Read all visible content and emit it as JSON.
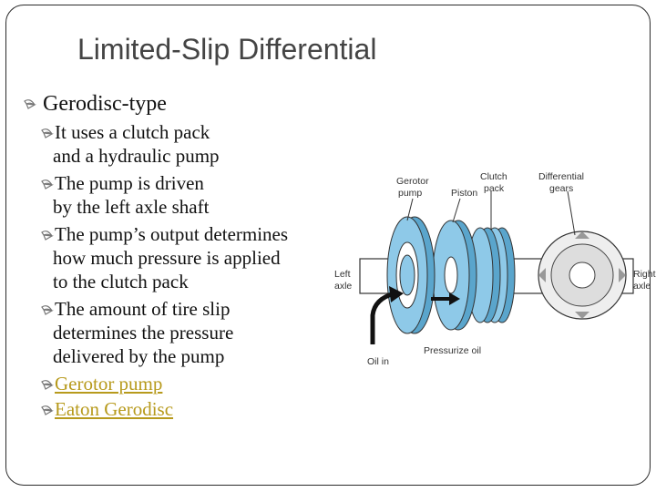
{
  "slide": {
    "title": "Limited-Slip Differential",
    "heading": "Gerodisc-type",
    "bullets": [
      {
        "line1": "It uses a clutch pack",
        "line2": "and a hydraulic pump"
      },
      {
        "line1": "The pump is driven",
        "line2": "by the left axle shaft"
      },
      {
        "line1": "The pump’s output determines",
        "line2": "how much pressure is applied",
        "line3": "to the clutch pack"
      },
      {
        "line1": "The amount of tire slip",
        "line2": "determines the pressure",
        "line3": "delivered by the pump"
      }
    ],
    "links": [
      "Gerotor pump",
      "Eaton Gerodisc"
    ]
  },
  "diagram": {
    "labels": {
      "gerotor_1": "Gerotor",
      "gerotor_2": "pump",
      "piston": "Piston",
      "clutch_1": "Clutch",
      "clutch_2": "pack",
      "diff_1": "Differential",
      "diff_2": "gears",
      "left_1": "Left",
      "left_2": "axle",
      "right_1": "Right",
      "right_2": "axle",
      "oil_in": "Oil in",
      "pressurize": "Pressurize oil"
    },
    "colors": {
      "disc": "#8ec9e8",
      "disc_dark": "#5aa5cc",
      "gear": "#e8e8e8"
    }
  }
}
